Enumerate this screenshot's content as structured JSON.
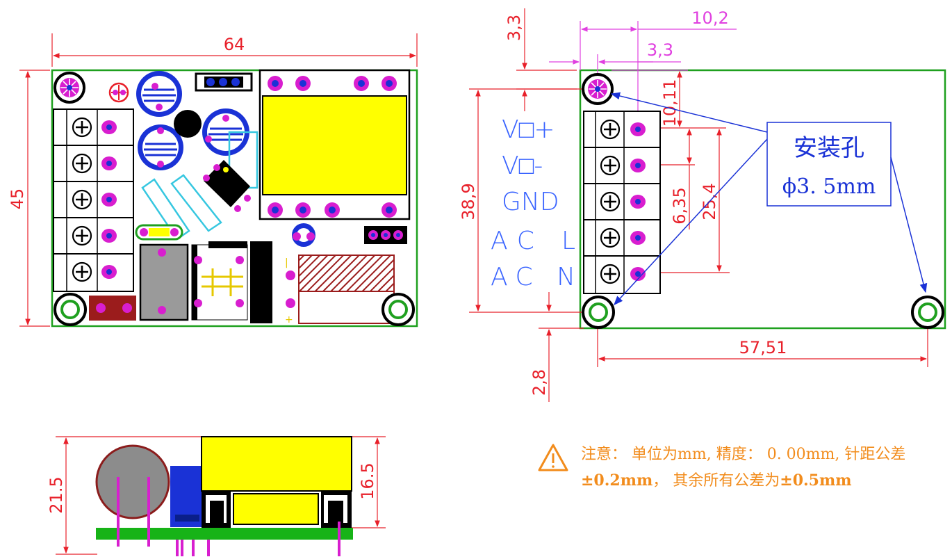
{
  "top_view": {
    "dim_width": "64",
    "dim_height": "45"
  },
  "pin_view": {
    "dim_hole_offset_y": "3,3",
    "dim_pin_offset_x": "10,2",
    "dim_hole_offset_x": "3,3",
    "dim_pin_y_offset": "10,11",
    "dim_pin_pitch": "6,35",
    "dim_pin_span": "25,4",
    "dim_hole_spacing_y": "38,9",
    "dim_hole_spacing_x": "57,51",
    "dim_hole_bottom": "2,8",
    "pin_labels": [
      "V□+",
      "V□-",
      "GND",
      "AC L",
      "AC N"
    ],
    "callout_title": "安装孔",
    "callout_diameter": "ϕ3. 5mm"
  },
  "side_view": {
    "dim_total_height": "21.5",
    "dim_body_height": "16.5"
  },
  "note": {
    "line1": "注意： 单位为mm, 精度： 0. 00mm, 针距公差",
    "line2_bold_a": "±0.2mm",
    "line2_text": "， 其余所有公差为",
    "line2_bold_b": "±0.5mm"
  },
  "colors": {
    "dimension": "#e8202a",
    "dimension_alt": "#e040e0",
    "board_outline": "#1fa01f",
    "callout": "#1a32d6",
    "note": "#f28c1c",
    "pad": "#d81ecf",
    "transformer": "#ffff00"
  }
}
